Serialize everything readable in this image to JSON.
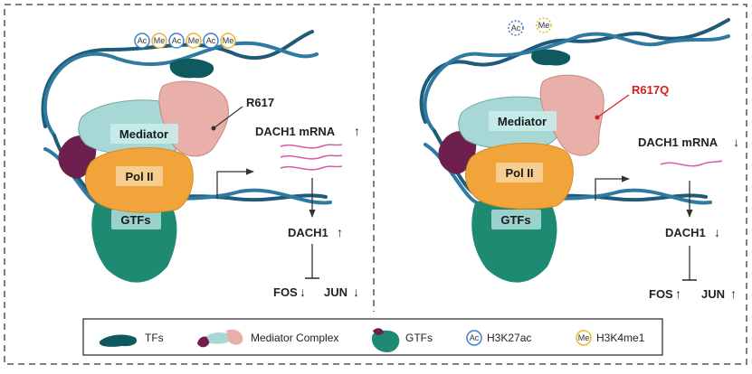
{
  "left_panel": {
    "histone_marks": [
      "Ac",
      "Me",
      "Ac",
      "Me",
      "Ac",
      "Me"
    ],
    "mutation_label": "R617",
    "mediator_label": "Mediator",
    "pol_label": "Pol II",
    "gtfs_label": "GTFs",
    "mrna_label": "DACH1 mRNA",
    "dach1_label": "DACH1",
    "fos_label": "FOS",
    "jun_label": "JUN",
    "mrna_arrow": "↑",
    "dach1_arrow": "↑",
    "fos_arrow": "↓",
    "jun_arrow": "↓"
  },
  "right_panel": {
    "histone_marks": [
      "Ac",
      "Me"
    ],
    "mutation_label": "R617Q",
    "mediator_label": "Mediator",
    "pol_label": "Pol II",
    "gtfs_label": "GTFs",
    "mrna_label": "DACH1 mRNA",
    "dach1_label": "DACH1",
    "fos_label": "FOS",
    "jun_label": "JUN",
    "mrna_arrow": "↓",
    "dach1_arrow": "↓",
    "fos_arrow": "↑",
    "jun_arrow": "↑"
  },
  "legend": {
    "items": [
      {
        "label": "TFs",
        "icon": "tf-icon"
      },
      {
        "label": "Mediator Complex",
        "icon": "mediator-complex-icon"
      },
      {
        "label": "GTFs",
        "icon": "gtfs-icon"
      },
      {
        "label": "H3K27ac",
        "icon": "ac-icon",
        "mark": "Ac"
      },
      {
        "label": "H3K4me1",
        "icon": "me-icon",
        "mark": "Me"
      }
    ]
  },
  "colors": {
    "dna": "#1f5a78",
    "mediator_light": "#a8d8d6",
    "mediator_pink": "#e8b0a8",
    "purple": "#6e1f4d",
    "pol": "#f0a43a",
    "gtfs": "#1f8a72",
    "mrna": "#d65aa8",
    "mutation_red": "#d42020",
    "ac_ring": "#3b7fd0",
    "me_ring": "#e6b82a"
  }
}
